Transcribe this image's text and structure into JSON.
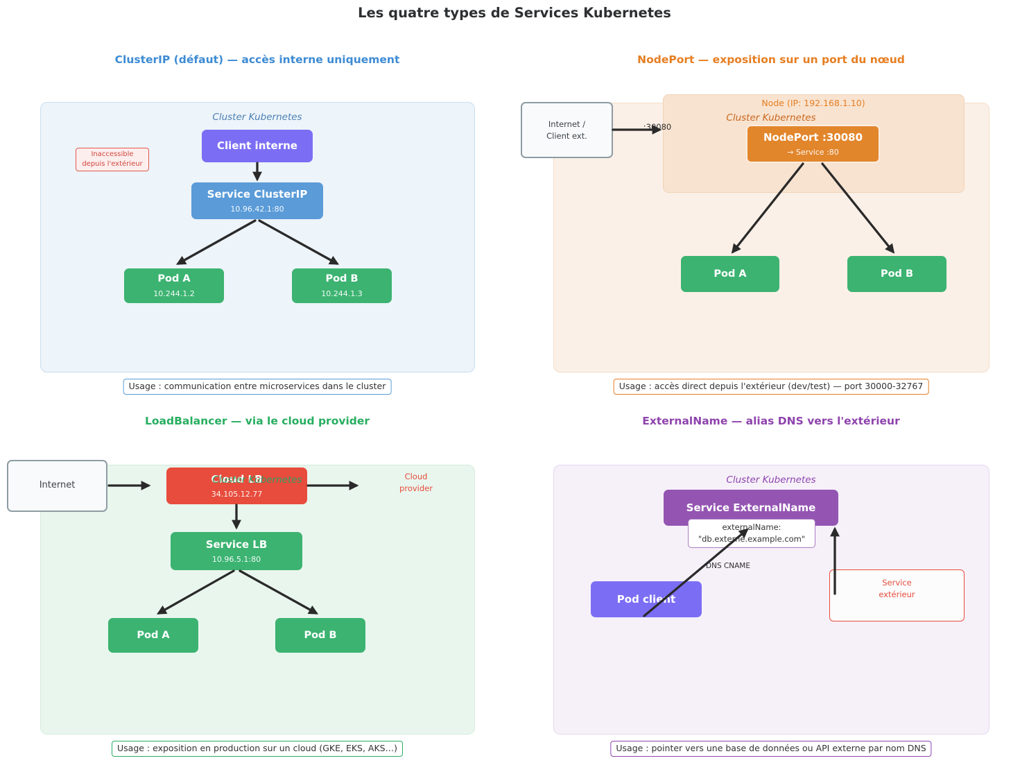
{
  "title": "Les quatre types de Services Kubernetes",
  "quadrants": {
    "clusterip": {
      "heading": "ClusterIP (défaut) — accès interne uniquement",
      "cluster_label": "Cluster Kubernetes",
      "note_line1": "Inaccessible",
      "note_line2": "depuis l'extérieur",
      "client_box_title": "Client interne",
      "service_box_title": "Service ClusterIP",
      "service_box_subtitle": "10.96.42.1:80",
      "pod_a_title": "Pod A",
      "pod_a_subtitle": "10.244.1.2",
      "pod_b_title": "Pod B",
      "pod_b_subtitle": "10.244.1.3",
      "usage": "Usage : communication entre microservices dans le cluster"
    },
    "nodeport": {
      "heading": "NodePort — exposition sur un port du nœud",
      "node_label": "Node (IP: 192.168.1.10)",
      "cluster_label": "Cluster Kubernetes",
      "internet_box_line1": "Internet /",
      "internet_box_line2": "Client ext.",
      "arrow_label": ":30080",
      "service_box_title": "NodePort :30080",
      "service_box_subtitle": "→ Service :80",
      "pod_a_title": "Pod A",
      "pod_b_title": "Pod B",
      "usage": "Usage : accès direct depuis l'extérieur (dev/test) — port 30000-32767"
    },
    "loadbalancer": {
      "heading": "LoadBalancer — via le cloud provider",
      "cluster_label": "Cluster Kubernetes",
      "internet_box": "Internet",
      "lb_box_title": "Cloud LB",
      "lb_box_subtitle": "34.105.12.77",
      "cloud_provider_line1": "Cloud",
      "cloud_provider_line2": "provider",
      "service_box_title": "Service LB",
      "service_box_subtitle": "10.96.5.1:80",
      "pod_a_title": "Pod A",
      "pod_b_title": "Pod B",
      "usage": "Usage : exposition en production sur un cloud (GKE, EKS, AKS…)"
    },
    "externalname": {
      "heading": "ExternalName — alias DNS vers l'extérieur",
      "cluster_label": "Cluster Kubernetes",
      "service_box_title": "Service ExternalName",
      "externalname_note_line1": "externalName:",
      "externalname_note_line2": "\"db.externe.example.com\"",
      "dns_label": "DNS CNAME",
      "pod_client_title": "Pod client",
      "external_service_line1": "Service",
      "external_service_line2": "extérieur",
      "usage": "Usage : pointer vers une base de données ou API externe par nom DNS"
    }
  },
  "colors": {
    "clusterip_accent": "#3d8bd4",
    "nodeport_accent": "#e67e22",
    "loadbalancer_accent": "#27ae60",
    "externalname_accent": "#8e44ad",
    "client_indigo": "#7c6ef4",
    "service_blue": "#5a9bd8",
    "pod_green": "#3cb371",
    "nodeport_orange": "#e2862c",
    "lb_red": "#e74c3c",
    "externalname_purple": "#9455b2",
    "arrow": "#2a2a2a"
  }
}
